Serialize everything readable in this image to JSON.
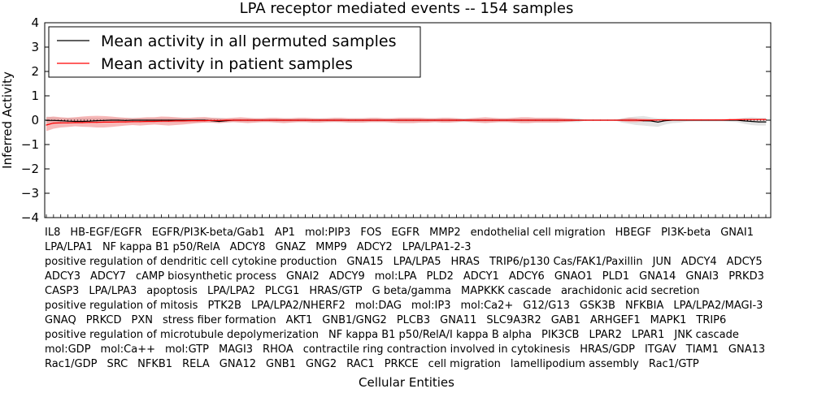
{
  "chart_data": {
    "type": "line",
    "title": "LPA receptor mediated events -- 154 samples",
    "xlabel": "Cellular Entities",
    "ylabel": "Inferred Activity",
    "ylim": [
      -4,
      4
    ],
    "yticks": [
      "4",
      "3",
      "2",
      "1",
      "0",
      "−1",
      "−2",
      "−3",
      "−4"
    ],
    "ytick_values": [
      4,
      3,
      2,
      1,
      0,
      -1,
      -2,
      -3,
      -4
    ],
    "grid": false,
    "legend_placement": "top-left",
    "colors": {
      "permuted": "#000000",
      "patient": "#ff0000",
      "patient_band": "#f08080",
      "permuted_band": "#c8c8c8"
    },
    "categories": [
      "IL8",
      "HB-EGF/EGFR",
      "EGFR/PI3K-beta/Gab1",
      "AP1",
      "mol:PIP3",
      "FOS",
      "EGFR",
      "MMP2",
      "endothelial cell migration",
      "HBEGF",
      "PI3K-beta",
      "GNAI1",
      "LPA/LPA1",
      "NF kappa B1 p50/RelA",
      "ADCY8",
      "GNAZ",
      "MMP9",
      "ADCY2",
      "LPA/LPA1-2-3",
      "positive regulation of dendritic cell cytokine production",
      "GNA15",
      "LPA/LPA5",
      "HRAS",
      "TRIP6/p130 Cas/FAK1/Paxillin",
      "JUN",
      "ADCY4",
      "ADCY5",
      "ADCY3",
      "ADCY7",
      "cAMP biosynthetic process",
      "GNAI2",
      "ADCY9",
      "mol:LPA",
      "PLD2",
      "ADCY1",
      "ADCY6",
      "GNAO1",
      "PLD1",
      "GNA14",
      "GNAI3",
      "PRKD3",
      "CASP3",
      "LPA/LPA3",
      "apoptosis",
      "LPA/LPA2",
      "PLCG1",
      "HRAS/GTP",
      "G beta/gamma",
      "MAPKKK cascade",
      "arachidonic acid secretion",
      "positive regulation of mitosis",
      "PTK2B",
      "LPA/LPA2/NHERF2",
      "mol:DAG",
      "mol:IP3",
      "mol:Ca2+",
      "G12/G13",
      "GSK3B",
      "NFKBIA",
      "LPA/LPA2/MAGI-3",
      "GNAQ",
      "PRKCD",
      "PXN",
      "stress fiber formation",
      "AKT1",
      "GNB1/GNG2",
      "PLCB3",
      "GNA11",
      "SLC9A3R2",
      "GAB1",
      "ARHGEF1",
      "MAPK1",
      "TRIP6",
      "positive regulation of microtubule depolymerization",
      "NF kappa B1 p50/RelA/I kappa B alpha",
      "PIK3CB",
      "LPAR2",
      "LPAR1",
      "JNK cascade",
      "mol:GDP",
      "mol:Ca++",
      "mol:GTP",
      "MAGI3",
      "RHOA",
      "contractile ring contraction involved in cytokinesis",
      "HRAS/GDP",
      "ITGAV",
      "TIAM1",
      "GNA13",
      "Rac1/GDP",
      "SRC",
      "NFKB1",
      "RELA",
      "GNA12",
      "GNB1",
      "GNG2",
      "RAC1",
      "PRKCE",
      "cell migration",
      "lamellipodium assembly",
      "Rac1/GTP"
    ],
    "series": [
      {
        "name": "Mean activity in all permuted samples",
        "values": [
          -0.01,
          -0.01,
          -0.02,
          -0.04,
          -0.05,
          -0.05,
          -0.04,
          -0.02,
          -0.01,
          0,
          0,
          -0.01,
          0,
          0,
          0,
          0,
          0,
          0,
          0,
          0,
          0,
          0,
          0,
          -0.02,
          -0.05,
          -0.02,
          0,
          0,
          0,
          0,
          0,
          0,
          0,
          0,
          0,
          0,
          0,
          0,
          0,
          0,
          0,
          0,
          0,
          0,
          0,
          0,
          0,
          0,
          0,
          0,
          0,
          0,
          0,
          0,
          0,
          0,
          0,
          0,
          0,
          0,
          0,
          0,
          0,
          0,
          0,
          0,
          0,
          0,
          0,
          0,
          0,
          0,
          0,
          0,
          0,
          0,
          0,
          0,
          0,
          0,
          0,
          0,
          0,
          -0.02,
          -0.03,
          -0.08,
          -0.02,
          0,
          0,
          0,
          0,
          0,
          0,
          0,
          0,
          0,
          0,
          -0.03,
          -0.05,
          -0.07,
          -0.07
        ],
        "lower": [
          -0.18,
          -0.15,
          -0.15,
          -0.12,
          -0.12,
          -0.12,
          -0.1,
          -0.1,
          -0.1,
          -0.1,
          -0.1,
          -0.1,
          -0.1,
          -0.1,
          -0.1,
          -0.1,
          -0.1,
          -0.1,
          -0.1,
          -0.1,
          -0.1,
          -0.1,
          -0.1,
          -0.1,
          -0.12,
          -0.08,
          -0.08,
          -0.08,
          -0.08,
          -0.08,
          -0.08,
          -0.08,
          -0.08,
          -0.08,
          -0.08,
          -0.08,
          -0.08,
          -0.08,
          -0.08,
          -0.08,
          -0.08,
          -0.08,
          -0.08,
          -0.08,
          -0.08,
          -0.08,
          -0.08,
          -0.08,
          -0.08,
          -0.08,
          -0.08,
          -0.08,
          -0.08,
          -0.08,
          -0.08,
          -0.08,
          -0.08,
          -0.08,
          -0.08,
          -0.08,
          -0.08,
          -0.08,
          -0.08,
          -0.08,
          -0.08,
          -0.08,
          -0.08,
          -0.08,
          -0.08,
          -0.08,
          -0.08,
          -0.08,
          -0.08,
          -0.08,
          -0.08,
          -0.01,
          -0.01,
          -0.01,
          -0.01,
          -0.01,
          -0.1,
          -0.15,
          -0.2,
          -0.22,
          -0.25,
          -0.27,
          -0.18,
          -0.12,
          -0.1,
          -0.06,
          -0.05,
          -0.05,
          -0.05,
          -0.05,
          -0.05,
          -0.06,
          -0.08,
          -0.15,
          -0.2,
          -0.22,
          -0.22
        ],
        "upper": [
          0.15,
          0.12,
          0.1,
          0.1,
          0.1,
          0.1,
          0.1,
          0.1,
          0.1,
          0.1,
          0.1,
          0.1,
          0.1,
          0.1,
          0.1,
          0.1,
          0.1,
          0.1,
          0.1,
          0.1,
          0.1,
          0.1,
          0.1,
          0.1,
          0.1,
          0.08,
          0.08,
          0.08,
          0.08,
          0.08,
          0.08,
          0.08,
          0.08,
          0.08,
          0.08,
          0.08,
          0.08,
          0.08,
          0.08,
          0.08,
          0.08,
          0.08,
          0.08,
          0.08,
          0.08,
          0.08,
          0.08,
          0.08,
          0.08,
          0.08,
          0.08,
          0.08,
          0.08,
          0.08,
          0.08,
          0.08,
          0.08,
          0.08,
          0.08,
          0.08,
          0.08,
          0.08,
          0.08,
          0.08,
          0.08,
          0.08,
          0.08,
          0.08,
          0.08,
          0.08,
          0.08,
          0.08,
          0.08,
          0.08,
          0.08,
          0.01,
          0.01,
          0.01,
          0.01,
          0.01,
          0.08,
          0.12,
          0.15,
          0.17,
          0.12,
          0.08,
          0.08,
          0.06,
          0.05,
          0.04,
          0.04,
          0.04,
          0.04,
          0.04,
          0.04,
          0.04,
          0.06,
          0.1,
          0.12,
          0.1,
          0.1
        ]
      },
      {
        "name": "Mean activity in patient samples",
        "values": [
          -0.2,
          -0.12,
          -0.11,
          -0.11,
          -0.1,
          -0.1,
          -0.09,
          -0.09,
          -0.08,
          -0.08,
          -0.07,
          -0.07,
          -0.06,
          -0.06,
          -0.05,
          -0.05,
          -0.04,
          -0.04,
          -0.03,
          -0.03,
          -0.02,
          -0.02,
          -0.02,
          -0.01,
          -0.01,
          0,
          0,
          0,
          0,
          0,
          0,
          0,
          0,
          0,
          0,
          0,
          0,
          0,
          0,
          0,
          0,
          0,
          0,
          0,
          0,
          0,
          0,
          0,
          0,
          0,
          0,
          0,
          0,
          0,
          0,
          0,
          0,
          0,
          0,
          0,
          0,
          0,
          0,
          0,
          0,
          0,
          0,
          0,
          0,
          0,
          0,
          0,
          0,
          0,
          0,
          0,
          0,
          0,
          0,
          0,
          0,
          0,
          0,
          0,
          0,
          0.01,
          0.01,
          0.01,
          0.01,
          0.01,
          0.01,
          0.01,
          0.01,
          0.01,
          0.01,
          0.02,
          0.02,
          0.03,
          0.03,
          0.03,
          0.03
        ],
        "lower": [
          -0.45,
          -0.35,
          -0.3,
          -0.28,
          -0.25,
          -0.27,
          -0.28,
          -0.3,
          -0.3,
          -0.28,
          -0.25,
          -0.22,
          -0.2,
          -0.22,
          -0.2,
          -0.18,
          -0.2,
          -0.22,
          -0.2,
          -0.18,
          -0.15,
          -0.12,
          -0.1,
          -0.1,
          -0.12,
          -0.1,
          -0.08,
          -0.1,
          -0.12,
          -0.1,
          -0.08,
          -0.08,
          -0.1,
          -0.12,
          -0.1,
          -0.08,
          -0.08,
          -0.1,
          -0.1,
          -0.08,
          -0.07,
          -0.08,
          -0.1,
          -0.1,
          -0.1,
          -0.08,
          -0.08,
          -0.08,
          -0.1,
          -0.12,
          -0.12,
          -0.12,
          -0.1,
          -0.1,
          -0.08,
          -0.1,
          -0.1,
          -0.08,
          -0.05,
          -0.08,
          -0.1,
          -0.12,
          -0.1,
          -0.08,
          -0.08,
          -0.1,
          -0.12,
          -0.12,
          -0.1,
          -0.1,
          -0.1,
          -0.1,
          -0.08,
          -0.06,
          -0.02,
          0,
          0,
          0,
          0,
          0,
          -0.05,
          -0.08,
          -0.08,
          -0.06,
          -0.04,
          -0.02,
          0,
          0,
          0,
          0,
          0,
          0,
          0,
          0,
          0.005,
          0.005,
          0.01,
          0.01,
          0.01,
          0.01,
          0.01
        ],
        "upper": [
          0.12,
          0.15,
          0.12,
          0.1,
          0.12,
          0.15,
          0.17,
          0.18,
          0.17,
          0.15,
          0.12,
          0.1,
          0.08,
          0.1,
          0.12,
          0.12,
          0.15,
          0.14,
          0.12,
          0.1,
          0.1,
          0.12,
          0.13,
          0.1,
          0.08,
          0.08,
          0.1,
          0.12,
          0.1,
          0.08,
          0.08,
          0.1,
          0.1,
          0.08,
          0.08,
          0.1,
          0.1,
          0.08,
          0.07,
          0.08,
          0.1,
          0.1,
          0.08,
          0.08,
          0.08,
          0.1,
          0.1,
          0.08,
          0.08,
          0.1,
          0.1,
          0.1,
          0.1,
          0.08,
          0.08,
          0.1,
          0.1,
          0.08,
          0.05,
          0.08,
          0.1,
          0.12,
          0.1,
          0.08,
          0.08,
          0.1,
          0.12,
          0.12,
          0.1,
          0.1,
          0.1,
          0.1,
          0.08,
          0.06,
          0.02,
          0,
          0,
          0,
          0,
          0,
          0.05,
          0.1,
          0.08,
          0.06,
          0.04,
          0.02,
          0.02,
          0.02,
          0.02,
          0.02,
          0.02,
          0.02,
          0.02,
          0.02,
          0.03,
          0.03,
          0.04,
          0.05,
          0.05,
          0.05,
          0.05
        ]
      }
    ]
  }
}
